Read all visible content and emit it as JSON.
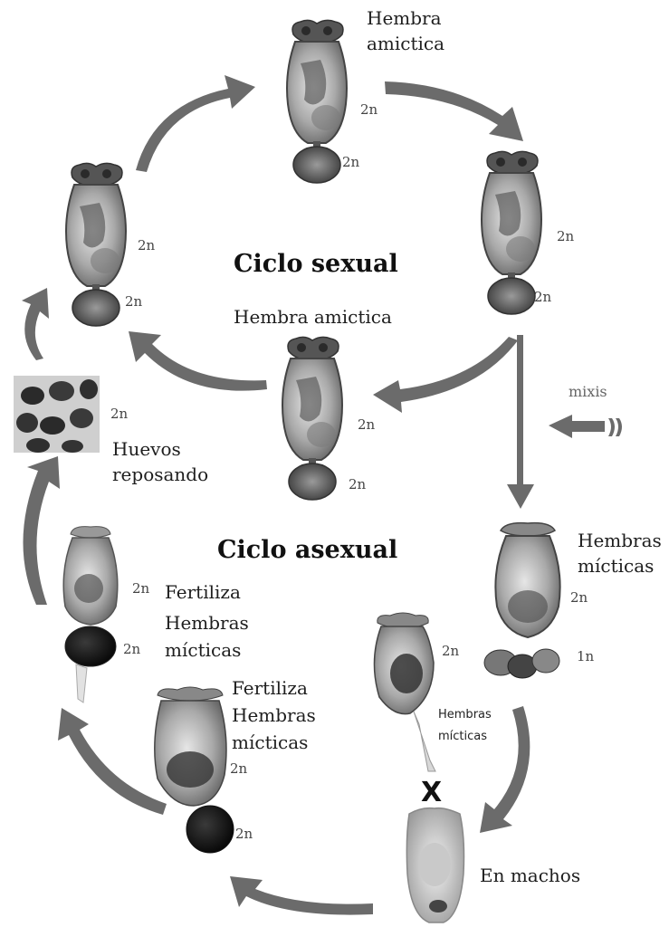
{
  "labels": {
    "cycle_sexual": "Ciclo sexual",
    "cycle_asexual": "Ciclo asexual",
    "top_female_line1": "Hembra",
    "top_female_line2": "amictica",
    "center_female": "Hembra  amictica",
    "mixis": "mixis",
    "mictic_females_line1": "Hembras",
    "mictic_females_line2": "mícticas",
    "mictic_small_line1": "Hembras",
    "mictic_small_line2": "mícticas",
    "resting_eggs_line1": "Huevos",
    "resting_eggs_line2": "reposando",
    "fertilize_1_line1": "Fertiliza",
    "fertilize_1_line2": "Hembras",
    "fertilize_1_line3": "mícticas",
    "fertilize_2_line1": "Fertiliza",
    "fertilize_2_line2": "Hembras",
    "fertilize_2_line3": "mícticas",
    "males": "En machos",
    "cross": "X"
  },
  "ploidy": {
    "diploid": "2n",
    "haploid": "1n"
  },
  "colors": {
    "arrow": "#6b6b6b",
    "organism_body": "#cfcfcf",
    "organism_dark": "#3a3a3a",
    "egg": "#111111"
  }
}
